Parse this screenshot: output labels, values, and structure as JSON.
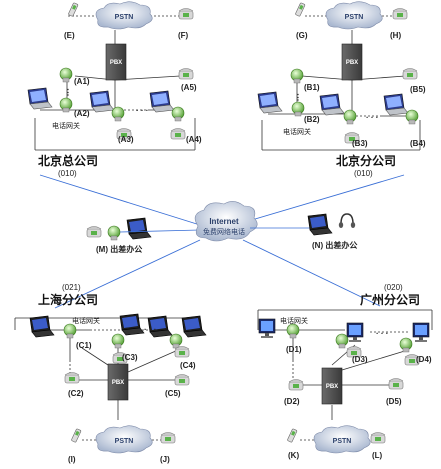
{
  "internet": {
    "title": "Internet",
    "subtitle": "免费网络电话"
  },
  "pstn_label": "PSTN",
  "pbx_label": "PBX",
  "gateway_label": "电话网关",
  "ellipsis": "· · ·",
  "offices": {
    "beijing_hq": {
      "name": "北京总公司",
      "code": "(010)"
    },
    "beijing_branch": {
      "name": "北京分公司",
      "code": "(010)"
    },
    "shanghai": {
      "name": "上海分公司",
      "code": "(021)"
    },
    "guangzhou": {
      "name": "广州分公司",
      "code": "(020)"
    }
  },
  "travel": {
    "m": "(M) 出差办公",
    "n": "(N) 出差办公"
  },
  "labels": {
    "A1": "(A1)",
    "A2": "(A2)",
    "A3": "(A3)",
    "A4": "(A4)",
    "A5": "(A5)",
    "B1": "(B1)",
    "B2": "(B2)",
    "B3": "(B3)",
    "B4": "(B4)",
    "B5": "(B5)",
    "C1": "(C1)",
    "C2": "(C2)",
    "C3": "(C3)",
    "C4": "(C4)",
    "C5": "(C5)",
    "D1": "(D1)",
    "D2": "(D2)",
    "D3": "(D3)",
    "D4": "(D4)",
    "D5": "(D5)",
    "E": "(E)",
    "F": "(F)",
    "G": "(G)",
    "H": "(H)",
    "I": "(I)",
    "J": "(J)",
    "K": "(K)",
    "L": "(L)"
  },
  "colors": {
    "internet_link": "#3a6fd6",
    "pbx": "#555555",
    "line": "#333333"
  }
}
